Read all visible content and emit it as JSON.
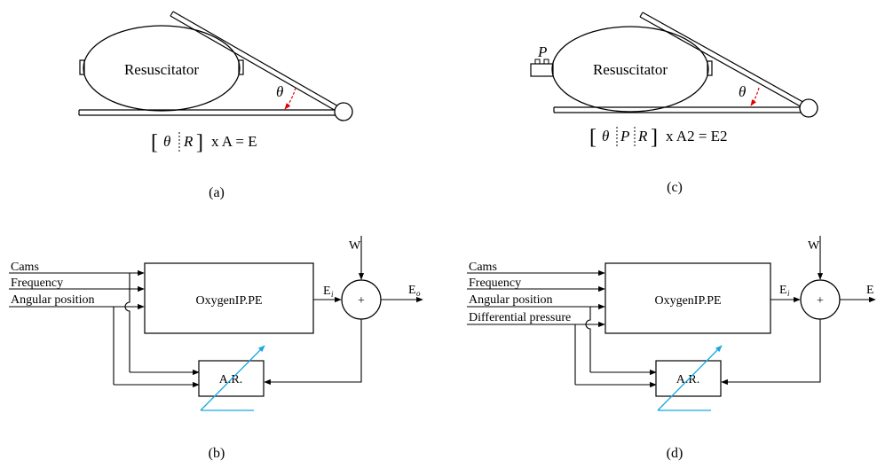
{
  "panel_a": {
    "device_label": "Resuscitator",
    "angle_symbol": "θ",
    "eq_left_bracket": "[",
    "eq_theta": "θ",
    "eq_r": "R",
    "eq_right_bracket": "]",
    "eq_rest": "x A = E",
    "caption": "(a)"
  },
  "panel_c": {
    "device_label": "Resuscitator",
    "pressure_symbol": "P",
    "angle_symbol": "θ",
    "eq_left_bracket": "[",
    "eq_theta": "θ",
    "eq_p": "P",
    "eq_r": "R",
    "eq_right_bracket": "]",
    "eq_rest": "x A2 = E2",
    "caption": "(c)"
  },
  "panel_b": {
    "inputs": [
      "Cams",
      "Frequency",
      "Angular position"
    ],
    "block_label": "OxygenIP.PE",
    "ei_label": "E",
    "ei_sub": "i",
    "sum_symbol": "+",
    "w_label": "W",
    "eo_label": "E",
    "eo_sub": "o",
    "ar_label": "A.R.",
    "caption": "(b)"
  },
  "panel_d": {
    "inputs": [
      "Cams",
      "Frequency",
      "Angular position",
      "Differential pressure"
    ],
    "block_label": "OxygenIP.PE",
    "ei_label": "E",
    "ei_sub": "i",
    "sum_symbol": "+",
    "w_label": "W",
    "eo_label": "E",
    "ar_label": "A.R.",
    "caption": "(d)"
  },
  "colors": {
    "stroke": "#000000",
    "angle_arrow": "#e00000",
    "adaptive_arrow": "#1aa7e0"
  }
}
